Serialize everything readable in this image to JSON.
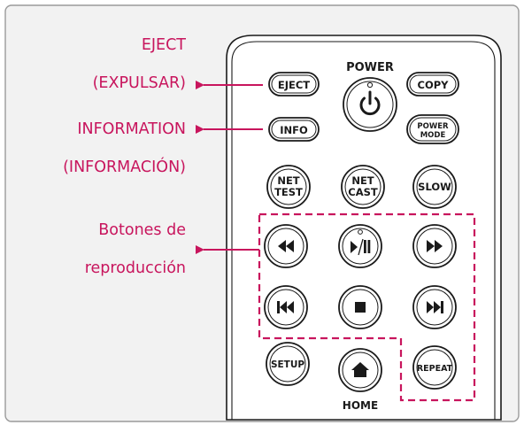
{
  "colors": {
    "accent": "#c8155d",
    "frame": "#9a9a9a",
    "frame_bg": "#f2f2f2",
    "remote_body": "#ffffff",
    "outline": "#1a1a1a"
  },
  "callouts": {
    "eject": {
      "line1": "EJECT",
      "line2": "(EXPULSAR)"
    },
    "info": {
      "line1": "INFORMATION",
      "line2": "(INFORMACIÓN)"
    },
    "playback": {
      "line1": "Botones de",
      "line2": "reproducción"
    }
  },
  "remote": {
    "power_label": "POWER",
    "home_label": "HOME",
    "buttons": {
      "eject": "EJECT",
      "copy": "COPY",
      "info": "INFO",
      "power_mode_1": "POWER",
      "power_mode_2": "MODE",
      "net_test_1": "NET",
      "net_test_2": "TEST",
      "net_cast_1": "NET",
      "net_cast_2": "CAST",
      "slow": "SLOW",
      "setup": "SETUP",
      "repeat": "REPEAT"
    },
    "icons": {
      "power": "power-icon",
      "rewind": "rewind-icon",
      "play_pause": "play-pause-icon",
      "fast_forward": "fast-forward-icon",
      "previous": "skip-previous-icon",
      "stop": "stop-icon",
      "next": "skip-next-icon",
      "home": "home-icon"
    }
  }
}
